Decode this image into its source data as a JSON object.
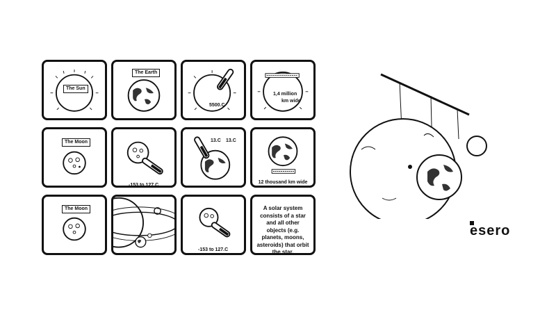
{
  "cards": {
    "sun": {
      "label": "The Sun"
    },
    "earth": {
      "label": "The Earth"
    },
    "sun_temp": {
      "value": "5500.C"
    },
    "sun_size": {
      "line1": "1,4 million",
      "line2": "km wide"
    },
    "moon1": {
      "label": "The Moon"
    },
    "moon_temp1": {
      "range": "-153 to 127.C"
    },
    "earth_temp": {
      "left": "13.C",
      "right": "13.C"
    },
    "earth_size": {
      "value": "12 thousand km wide"
    },
    "moon2": {
      "label": "The Moon"
    },
    "moon_temp2": {
      "range": "-153 to 127.C"
    },
    "definition": {
      "text": "A solar system consists of a star and all other objects (e.g. planets, moons, asteroids) that orbit the star."
    }
  },
  "logo": {
    "text": "esero"
  }
}
